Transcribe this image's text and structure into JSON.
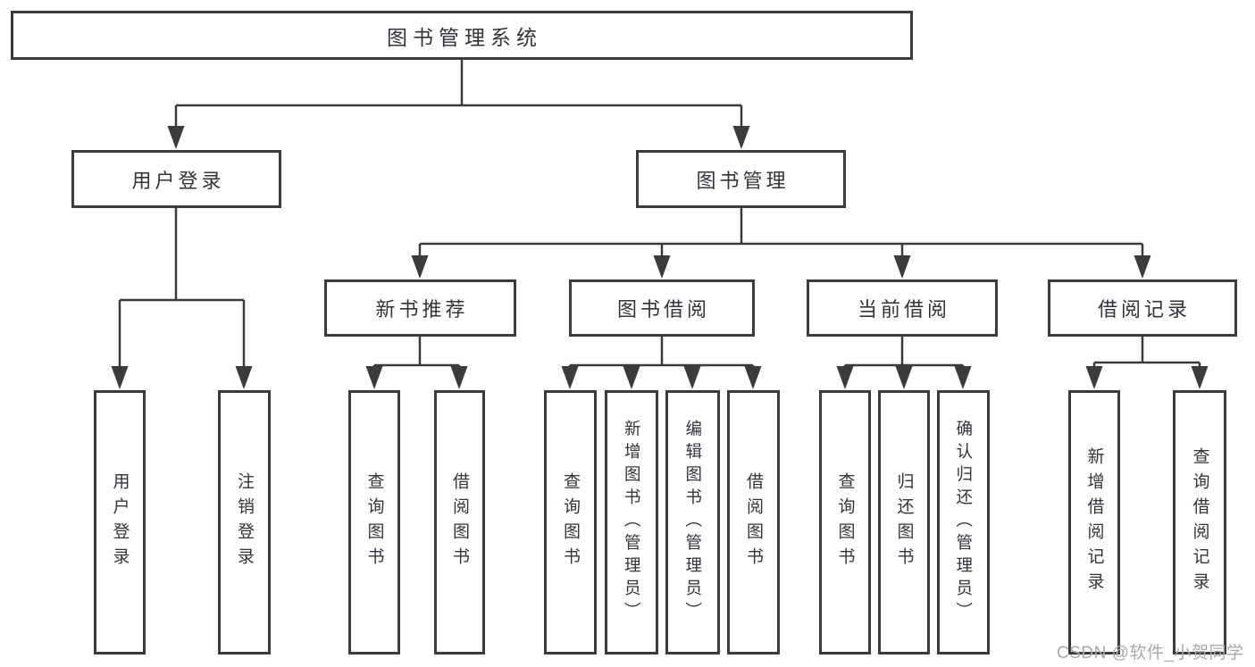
{
  "diagram": {
    "title_note": "function structure tree of a library management system",
    "colors": {
      "line": "#3b3b3c",
      "box_border": "#3b3b3c",
      "text": "#33343a",
      "background": "#ffffff",
      "watermark": "#a9a9a9"
    },
    "root": {
      "label": "图书管理系统"
    },
    "branches": [
      {
        "label": "用户登录",
        "children": [
          {
            "label": "用户登录"
          },
          {
            "label": "注销登录"
          }
        ]
      },
      {
        "label": "图书管理",
        "children": [
          {
            "label": "新书推荐",
            "children": [
              {
                "label": "查询图书"
              },
              {
                "label": "借阅图书"
              }
            ]
          },
          {
            "label": "图书借阅",
            "children": [
              {
                "label": "查询图书"
              },
              {
                "label": "新增图书（管理员）"
              },
              {
                "label": "编辑图书（管理员）"
              },
              {
                "label": "借阅图书"
              }
            ]
          },
          {
            "label": "当前借阅",
            "children": [
              {
                "label": "查询图书"
              },
              {
                "label": "归还图书"
              },
              {
                "label": "确认归还（管理员）"
              }
            ]
          },
          {
            "label": "借阅记录",
            "children": [
              {
                "label": "新增借阅记录"
              },
              {
                "label": "查询借阅记录"
              }
            ]
          }
        ]
      }
    ],
    "watermark": "CSDN @软件_小贺同学"
  }
}
